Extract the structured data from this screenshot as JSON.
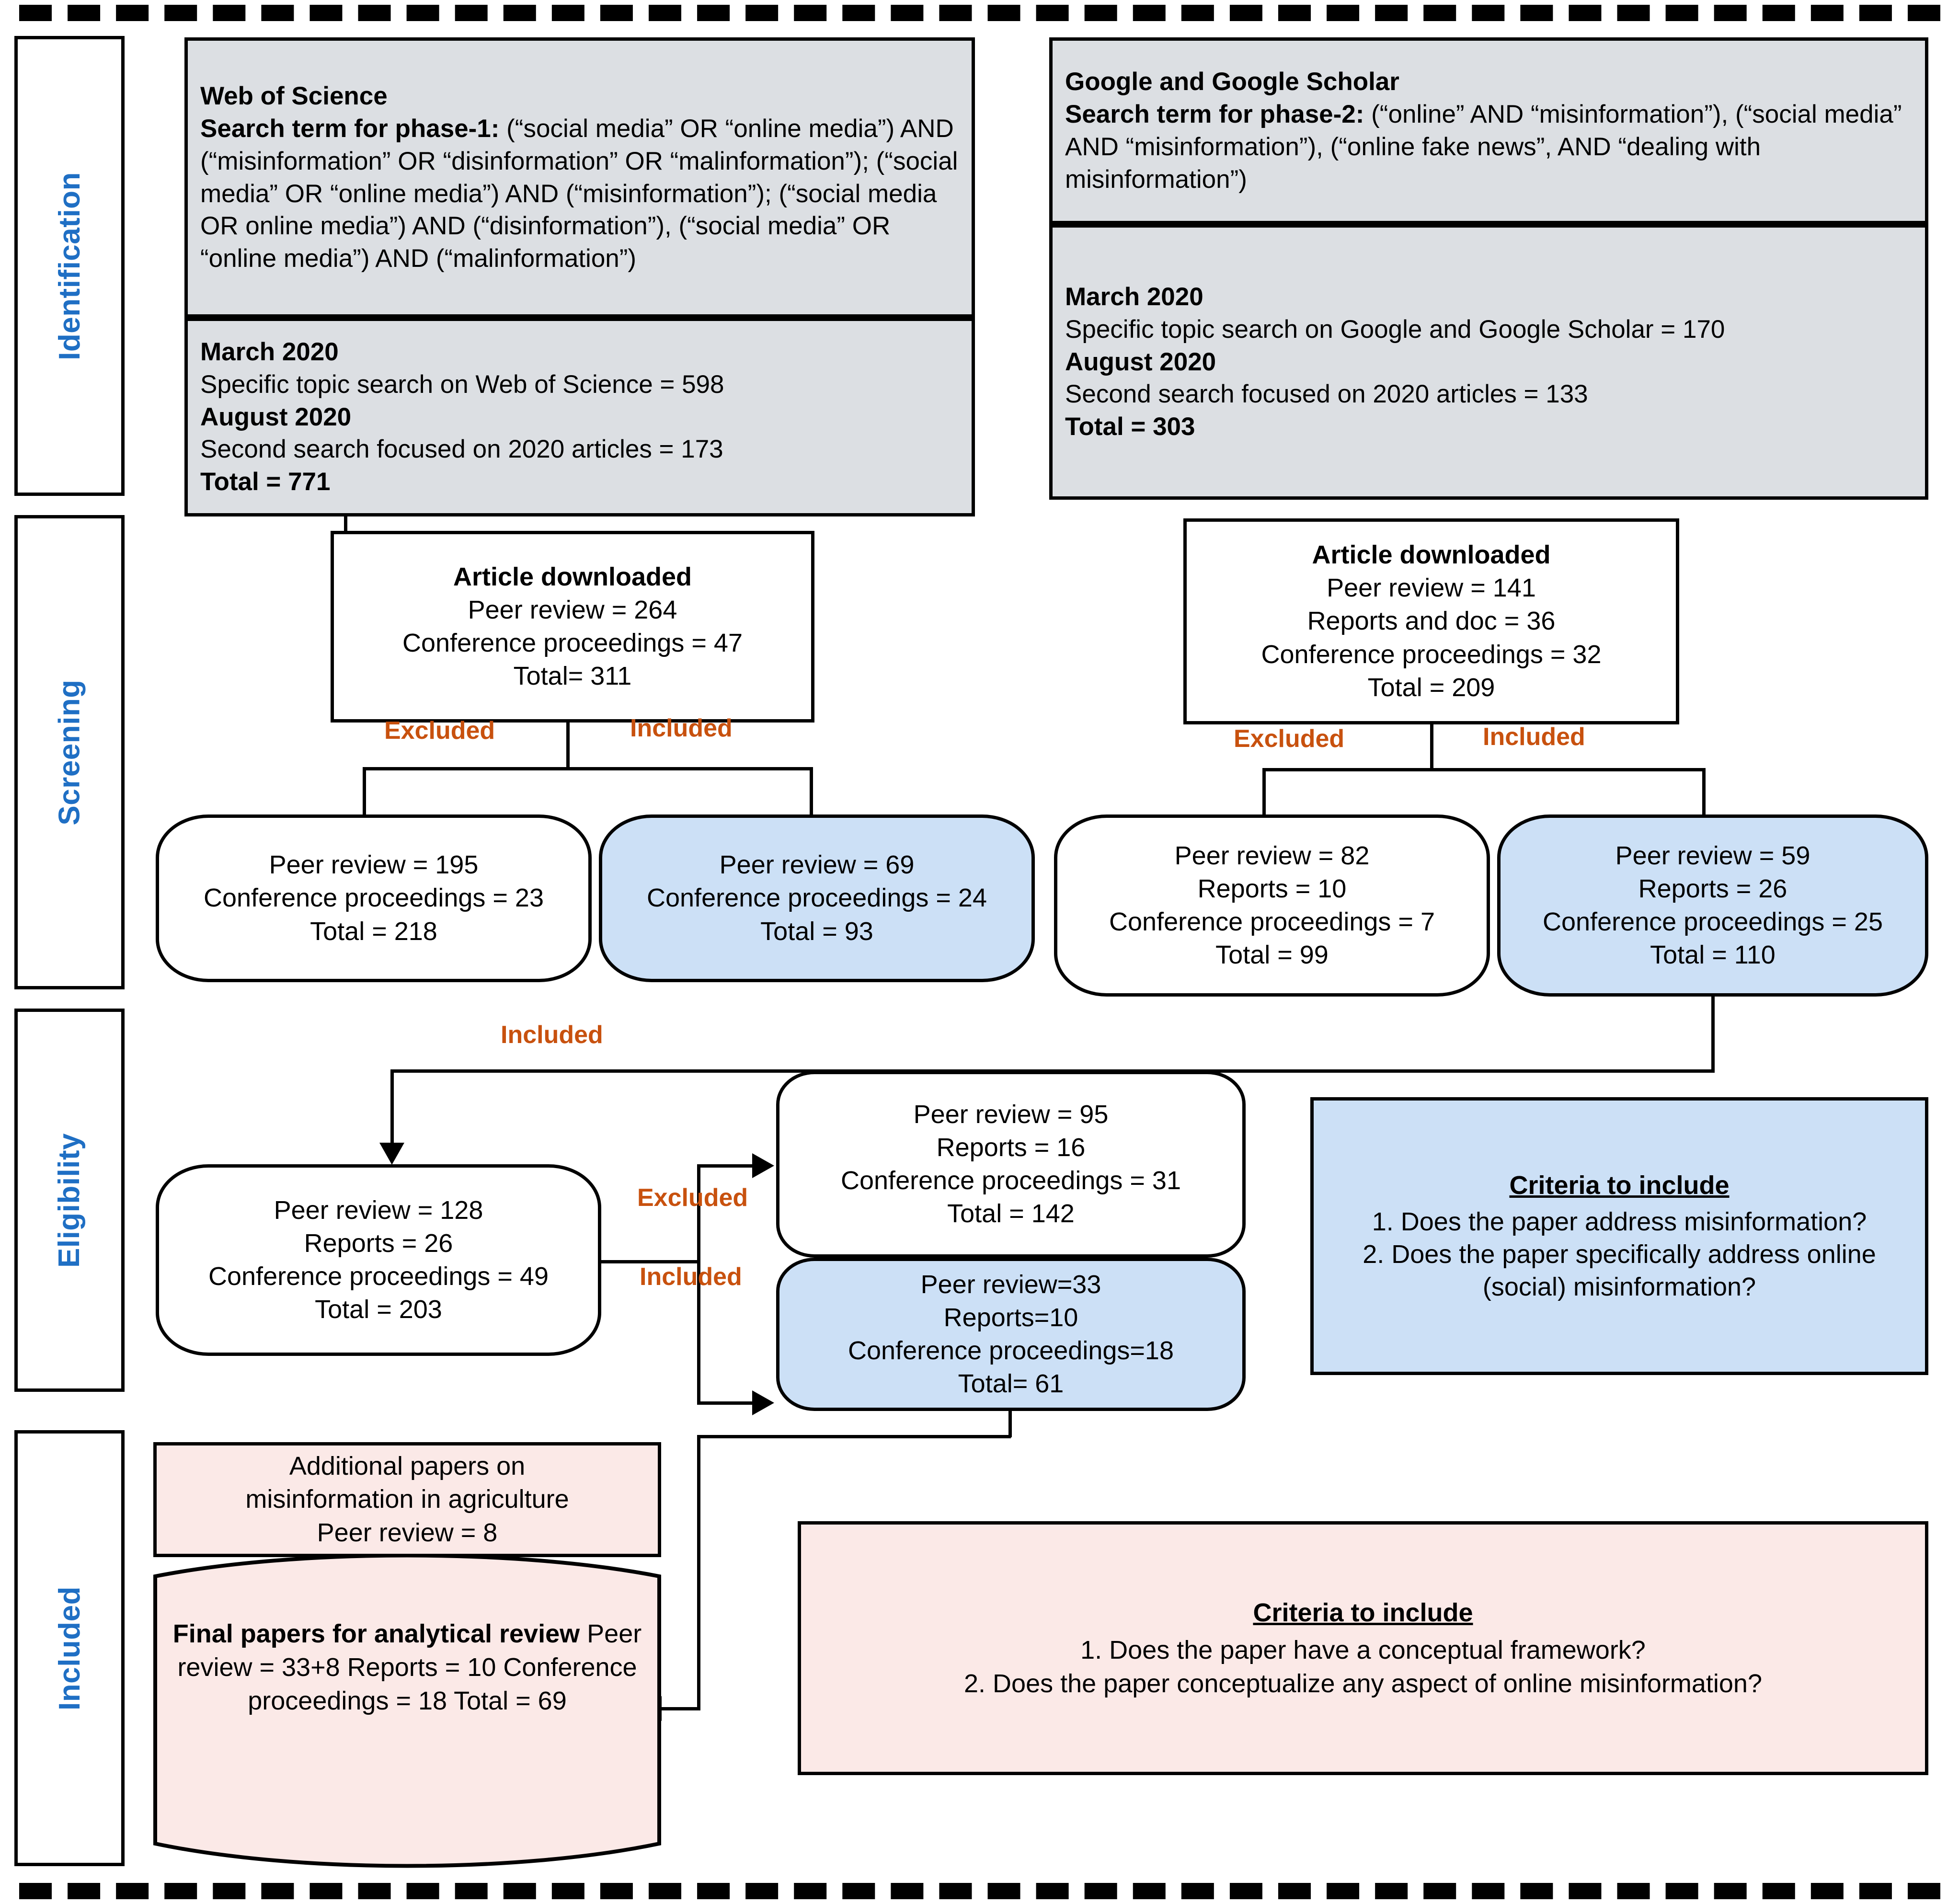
{
  "figure": {
    "type": "prisma-flow-diagram",
    "accent_orange": "#c8510e",
    "accent_blue_text": "#1f6fc4",
    "fill_gray": "#dcdfe3",
    "fill_blue": "#cce0f6",
    "fill_pink": "#fbe9e7"
  },
  "stages": [
    {
      "label": "Identification"
    },
    {
      "label": "Screening"
    },
    {
      "label": "Eligibility"
    },
    {
      "label": "Included"
    }
  ],
  "identification": {
    "wos": {
      "source_title": "Web of Science",
      "search_label": "Search term for phase-1:",
      "search_terms": " (“social media” OR “online media”) AND (“misinformation” OR “disinformation” OR “malinformation”); (“social media” OR “online media”) AND (“misinformation”); (“social media OR online media”) AND (“disinformation”), (“social media” OR “online media”) AND (“malinformation”)",
      "month1": "March 2020",
      "month1_line": "Specific topic search on Web of Science = 598",
      "month2": "August 2020",
      "month2_line": "Second search focused on 2020 articles = 173",
      "total": "Total = 771"
    },
    "google": {
      "source_title": "Google and Google Scholar",
      "search_label": "Search term for phase-2:",
      "search_terms": " (“online” AND “misinformation”), (“social media” AND “misinformation”), (“online fake news”, AND “dealing with misinformation”)",
      "month1": "March 2020",
      "month1_line": "Specific topic search on Google and Google Scholar = 170",
      "month2": "August 2020",
      "month2_line": "Second search focused on 2020 articles = 133",
      "total": "Total = 303"
    }
  },
  "screening": {
    "downloaded_left": {
      "title": "Article downloaded",
      "rows": [
        "Peer review = 264",
        "Conference proceedings = 47",
        "Total= 311"
      ]
    },
    "downloaded_right": {
      "title": "Article downloaded",
      "rows": [
        "Peer review = 141",
        "Reports and doc = 36",
        "Conference proceedings = 32",
        "Total = 209"
      ]
    },
    "edge_labels": {
      "excluded": "Excluded",
      "included": "Included"
    },
    "excluded_left": {
      "rows": [
        "Peer review = 195",
        "Conference proceedings = 23",
        "Total = 218"
      ]
    },
    "included_left": {
      "rows": [
        "Peer review = 69",
        "Conference proceedings = 24",
        "Total = 93"
      ]
    },
    "excluded_right": {
      "rows": [
        "Peer review = 82",
        "Reports = 10",
        "Conference proceedings = 7",
        "Total = 99"
      ]
    },
    "included_right": {
      "rows": [
        "Peer review = 59",
        "Reports = 26",
        "Conference proceedings = 25",
        "Total = 110"
      ]
    }
  },
  "eligibility": {
    "merged_label": "Included",
    "merged": {
      "rows": [
        "Peer review = 128",
        "Reports = 26",
        "Conference proceedings = 49",
        "Total = 203"
      ]
    },
    "excluded_label": "Excluded",
    "included_label": "Included",
    "excluded": {
      "rows": [
        "Peer review = 95",
        "Reports = 16",
        "Conference proceedings = 31",
        "Total = 142"
      ]
    },
    "included": {
      "rows": [
        "Peer review=33",
        "Reports=10",
        "Conference proceedings=18",
        "Total= 61"
      ]
    },
    "criteria": {
      "title": "Criteria to include",
      "items": [
        "1. Does the paper address misinformation?",
        "2. Does the paper specifically address online (social) misinformation?"
      ]
    }
  },
  "included_stage": {
    "additional": {
      "line1": "Additional papers on",
      "line2": "misinformation in agriculture",
      "line3": "Peer review = 8"
    },
    "final": {
      "title": "Final papers for analytical review",
      "rows": [
        "Peer review = 33+8",
        "Reports = 10",
        "Conference proceedings = 18",
        "Total = 69"
      ]
    },
    "criteria": {
      "title": "Criteria to include",
      "items": [
        "1. Does the paper have a conceptual framework?",
        "2. Does the paper conceptualize any aspect of online misinformation?"
      ]
    }
  }
}
